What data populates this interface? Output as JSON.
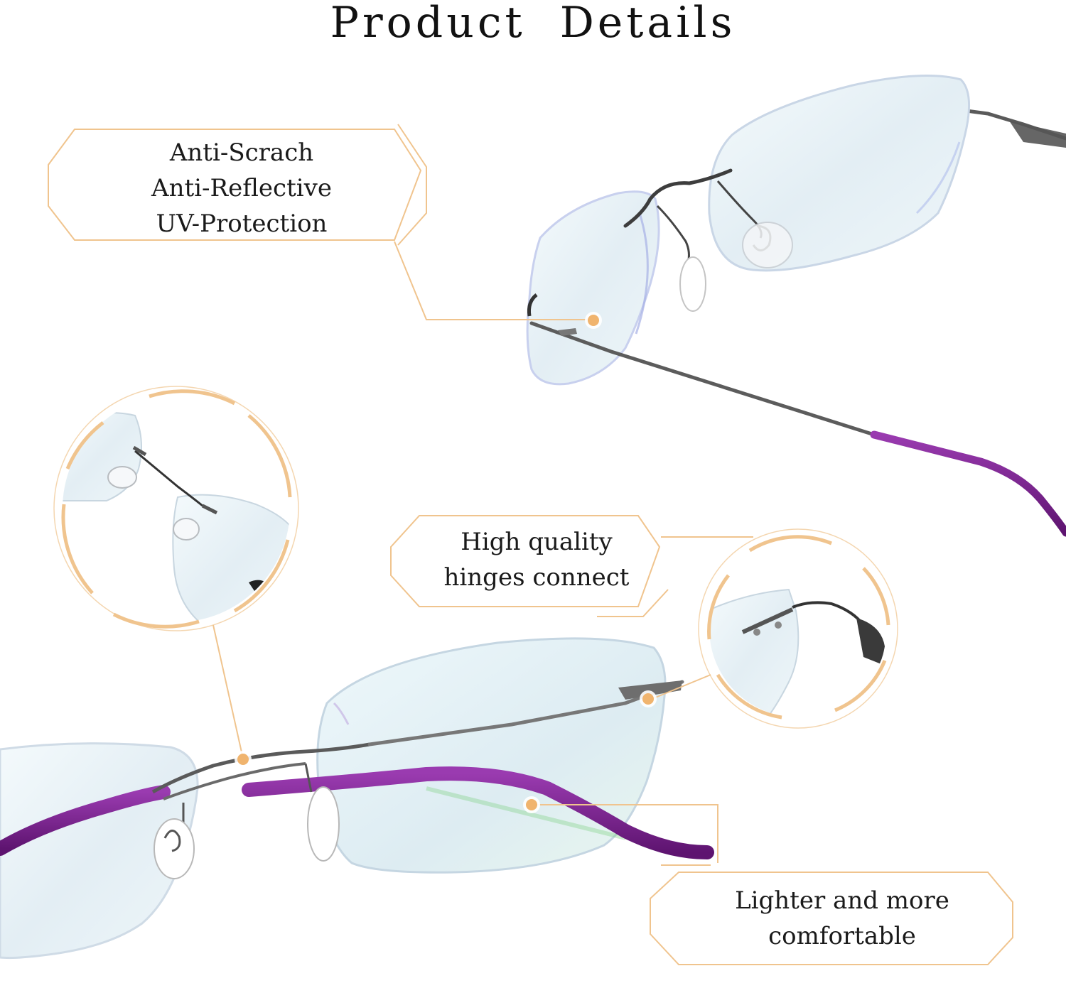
{
  "page": {
    "title": "Product  Details"
  },
  "callouts": {
    "lens_features": {
      "lines": [
        "Anti-Scrach",
        "Anti-Reflective",
        "UV-Protection"
      ]
    },
    "hinges": {
      "lines": [
        "High quality",
        "hinges connect"
      ]
    },
    "weight": {
      "lines": [
        "Lighter and more",
        "comfortable"
      ]
    }
  },
  "colors": {
    "accent": "#f0c48e",
    "dot": "#f0b46e",
    "temple_purple": "#7a1f8c",
    "metal": "#5a5a5a",
    "lens_tint": "#e6f2f7"
  }
}
